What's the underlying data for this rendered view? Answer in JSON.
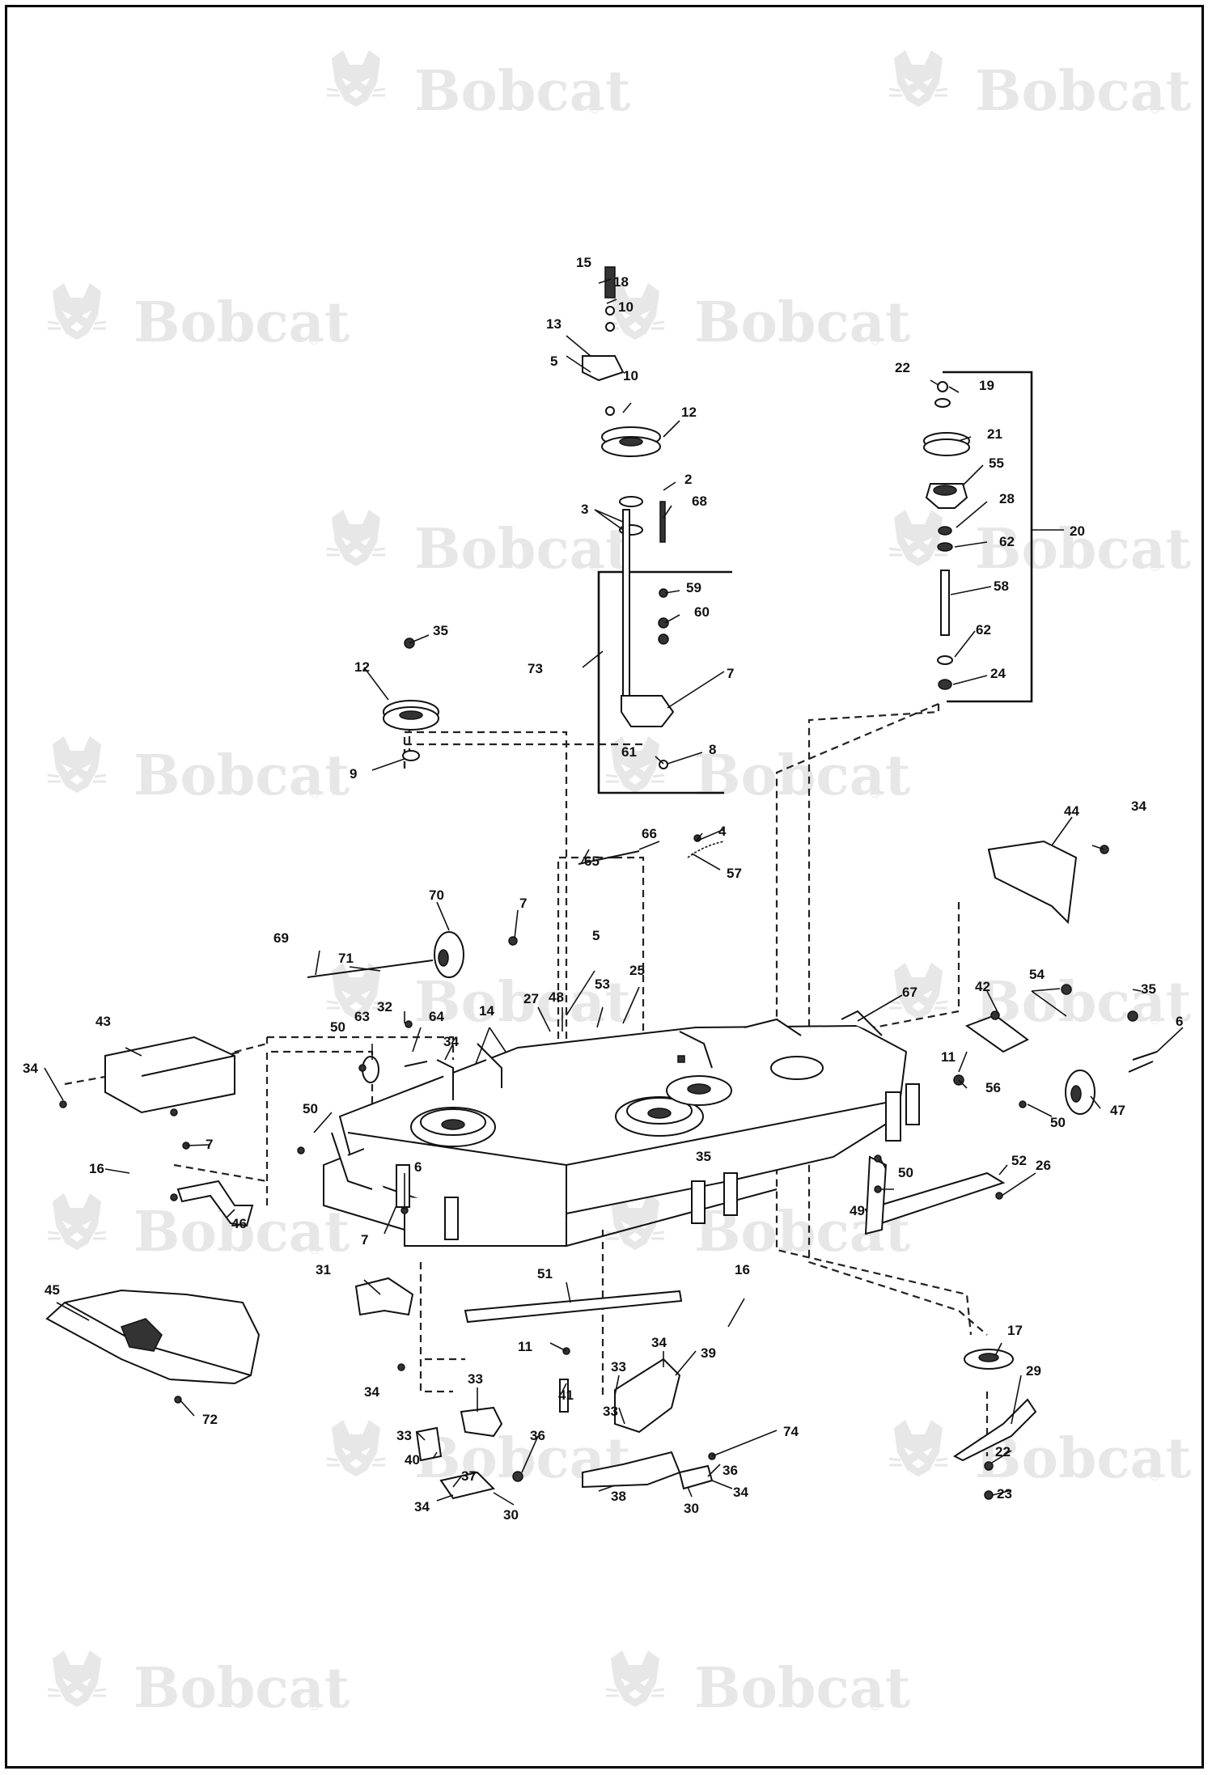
{
  "watermark": {
    "brand": "Bobcat",
    "registered": "®",
    "icon": "bobcat-head-logo"
  },
  "callouts": [
    {
      "label": "15"
    },
    {
      "label": "18"
    },
    {
      "label": "10"
    },
    {
      "label": "13"
    },
    {
      "label": "5"
    },
    {
      "label": "10"
    },
    {
      "label": "12"
    },
    {
      "label": "2"
    },
    {
      "label": "3"
    },
    {
      "label": "68"
    },
    {
      "label": "59"
    },
    {
      "label": "60"
    },
    {
      "label": "73"
    },
    {
      "label": "7"
    },
    {
      "label": "61"
    },
    {
      "label": "8"
    },
    {
      "label": "22"
    },
    {
      "label": "19"
    },
    {
      "label": "21"
    },
    {
      "label": "55"
    },
    {
      "label": "28"
    },
    {
      "label": "62"
    },
    {
      "label": "20"
    },
    {
      "label": "58"
    },
    {
      "label": "62"
    },
    {
      "label": "24"
    },
    {
      "label": "35"
    },
    {
      "label": "12"
    },
    {
      "label": "9"
    },
    {
      "label": "66"
    },
    {
      "label": "65"
    },
    {
      "label": "4"
    },
    {
      "label": "57"
    },
    {
      "label": "44"
    },
    {
      "label": "34"
    },
    {
      "label": "70"
    },
    {
      "label": "69"
    },
    {
      "label": "71"
    },
    {
      "label": "7"
    },
    {
      "label": "5"
    },
    {
      "label": "25"
    },
    {
      "label": "27"
    },
    {
      "label": "48"
    },
    {
      "label": "53"
    },
    {
      "label": "67"
    },
    {
      "label": "42"
    },
    {
      "label": "54"
    },
    {
      "label": "35"
    },
    {
      "label": "6"
    },
    {
      "label": "43"
    },
    {
      "label": "34"
    },
    {
      "label": "32"
    },
    {
      "label": "14"
    },
    {
      "label": "63"
    },
    {
      "label": "64"
    },
    {
      "label": "50"
    },
    {
      "label": "34"
    },
    {
      "label": "11"
    },
    {
      "label": "56"
    },
    {
      "label": "50"
    },
    {
      "label": "47"
    },
    {
      "label": "50"
    },
    {
      "label": "52"
    },
    {
      "label": "26"
    },
    {
      "label": "7"
    },
    {
      "label": "16"
    },
    {
      "label": "6"
    },
    {
      "label": "35"
    },
    {
      "label": "50"
    },
    {
      "label": "49"
    },
    {
      "label": "7"
    },
    {
      "label": "46"
    },
    {
      "label": "31"
    },
    {
      "label": "51"
    },
    {
      "label": "16"
    },
    {
      "label": "17"
    },
    {
      "label": "45"
    },
    {
      "label": "11"
    },
    {
      "label": "34"
    },
    {
      "label": "39"
    },
    {
      "label": "41"
    },
    {
      "label": "33"
    },
    {
      "label": "33"
    },
    {
      "label": "34"
    },
    {
      "label": "72"
    },
    {
      "label": "33"
    },
    {
      "label": "33"
    },
    {
      "label": "74"
    },
    {
      "label": "29"
    },
    {
      "label": "40"
    },
    {
      "label": "36"
    },
    {
      "label": "37"
    },
    {
      "label": "22"
    },
    {
      "label": "34"
    },
    {
      "label": "30"
    },
    {
      "label": "38"
    },
    {
      "label": "36"
    },
    {
      "label": "30"
    },
    {
      "label": "34"
    },
    {
      "label": "23"
    }
  ]
}
